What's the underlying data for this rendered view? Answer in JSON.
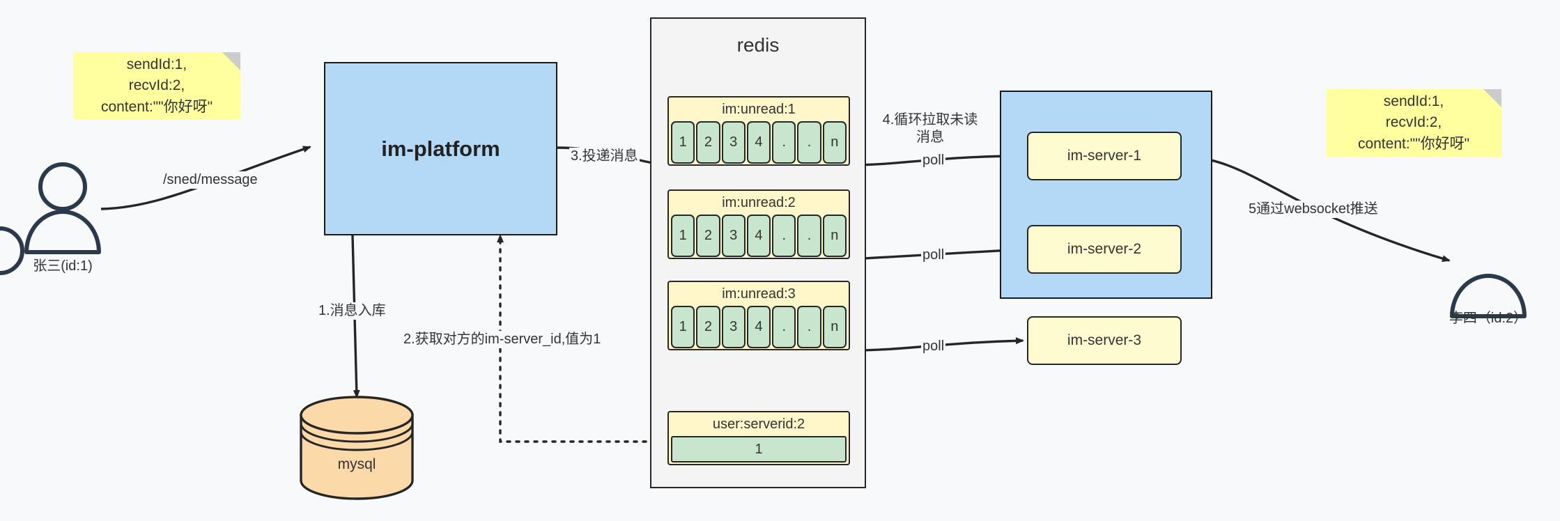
{
  "diagram": {
    "title": "IM message delivery architecture",
    "colors": {
      "note_fill": "#ffffa0",
      "process_fill": "#b3d9f7",
      "container_fill": "#f4f4f4",
      "key_fill": "#fff6c9",
      "cell_fill": "#c8e6cd",
      "server_fill": "#fffbd0",
      "db_fill": "#fcd9a8",
      "stroke": "#262626",
      "background": "#f8f9fa"
    }
  },
  "notes": {
    "left": "sendId:1,\nrecvId:2,\ncontent:\"\"你好呀\"",
    "right": "sendId:1,\nrecvId:2,\ncontent:\"\"你好呀\""
  },
  "actors": {
    "sender": {
      "label": "张三(id:1)",
      "icon": "user-icon"
    },
    "receiver": {
      "label": "李四（id:2）",
      "icon": "user-icon"
    }
  },
  "platform": {
    "label": "im-platform"
  },
  "database": {
    "label": "mysql",
    "icon": "database-cylinder-icon"
  },
  "redis": {
    "title": "redis",
    "keys": [
      {
        "name": "im:unread:1",
        "cells": [
          "1",
          "2",
          "3",
          "4",
          ".",
          ".",
          "n"
        ]
      },
      {
        "name": "im:unread:2",
        "cells": [
          "1",
          "2",
          "3",
          "4",
          ".",
          ".",
          "n"
        ]
      },
      {
        "name": "im:unread:3",
        "cells": [
          "1",
          "2",
          "3",
          "4",
          ".",
          ".",
          "n"
        ]
      }
    ],
    "server_key": {
      "name": "user:serverid:2",
      "value": "1"
    }
  },
  "server_cluster": {
    "nodes": [
      {
        "label": "im-server-1"
      },
      {
        "label": "im-server-2"
      },
      {
        "label": "im-server-3"
      }
    ]
  },
  "edges": {
    "send_message": "/sned/message",
    "step1": "1.消息入库",
    "step2": "2.获取对方的im-server_id,值为1",
    "step3": "3.投递消息",
    "step4": "4.循环拉取未读消息",
    "step5": "5通过websocket推送",
    "poll1": "poll",
    "poll2": "poll",
    "poll3": "poll"
  }
}
